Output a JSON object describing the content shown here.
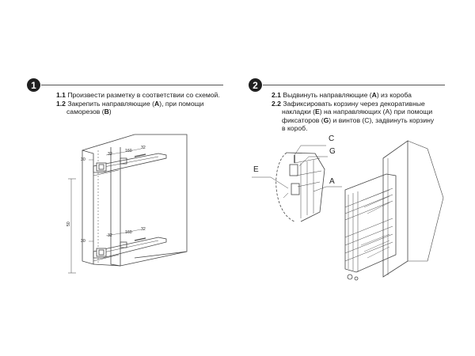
{
  "step1": {
    "number": "1",
    "lines": [
      {
        "num": "1.1",
        "pre": " Произвести разметку в соответствии со схемой.",
        "bold": "",
        "post": ""
      },
      {
        "num": "1.2",
        "pre": " Закрепить направляющие (",
        "bold": "A",
        "post": "), при помощи"
      },
      {
        "num": "",
        "pre": "саморезов (",
        "bold": "B",
        "post": ")"
      }
    ],
    "dims": {
      "d30": "30",
      "d32": "32",
      "d160": "160",
      "d50": "50"
    }
  },
  "step2": {
    "number": "2",
    "lines": [
      {
        "num": "2.1",
        "pre": " Выдвинуть направляющие (",
        "bold": "A",
        "post": ") из короба"
      },
      {
        "num": "2.2",
        "pre": " Зафиксировать корзину через декоративные",
        "bold": "",
        "post": ""
      },
      {
        "num": "",
        "pre": "накладки (",
        "bold": "E",
        "post": ") на направляющих (A) при помощи"
      },
      {
        "num": "",
        "pre": "фиксаторов (",
        "bold": "G",
        "post": ") и винтов (C), задвинуть корзину"
      },
      {
        "num": "",
        "pre": "в короб.",
        "bold": "",
        "post": ""
      }
    ],
    "callouts": {
      "c": "C",
      "g": "G",
      "e": "E",
      "a": "A"
    }
  }
}
